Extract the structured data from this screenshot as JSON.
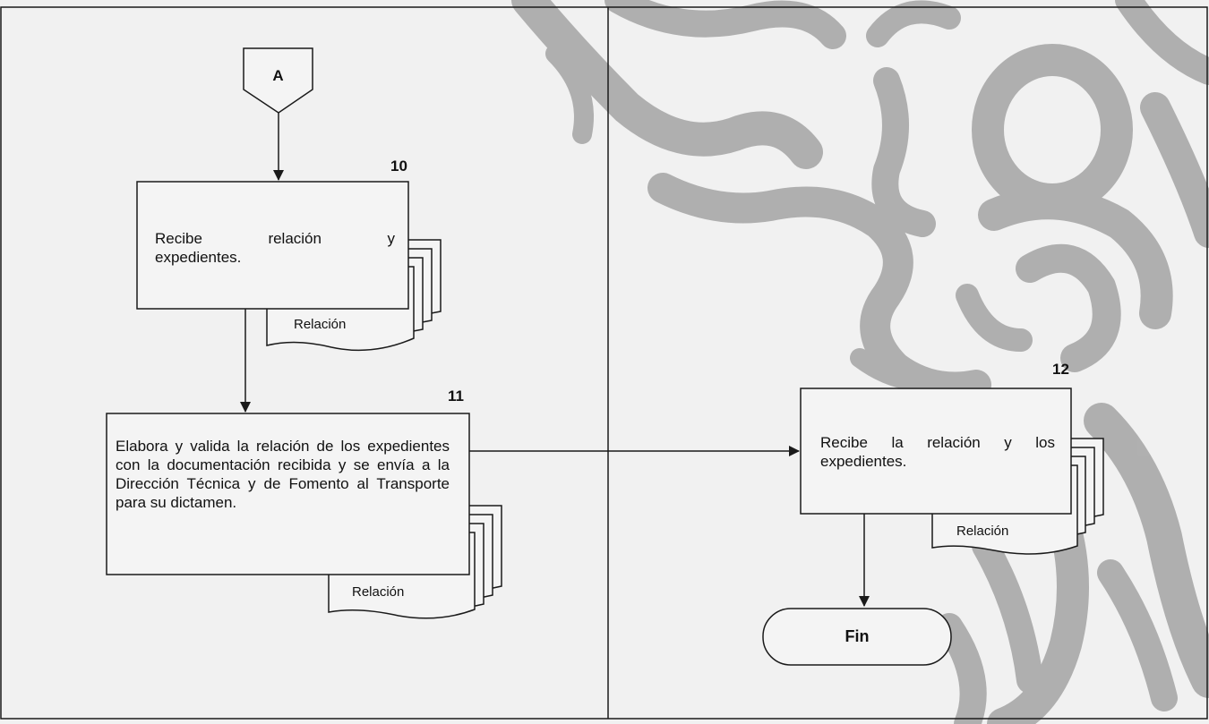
{
  "connector": {
    "label": "A"
  },
  "steps": [
    {
      "number": "10",
      "text_line1": "Recibe relación y",
      "text_line2": "expedientes.",
      "document_label": "Relación"
    },
    {
      "number": "11",
      "text": "Elabora y valida la relación de los expedientes con la documentación recibida y se envía a la Dirección Técnica y de Fomento al Transporte para su dictamen.",
      "document_label": "Relación"
    },
    {
      "number": "12",
      "text": "Recibe la relación y los expedientes.",
      "document_label": "Relación"
    }
  ],
  "terminator": {
    "label": "Fin"
  },
  "colors": {
    "line": "#1a1a1a",
    "box_fill": "#f4f4f4",
    "watermark": "#9a9a9a",
    "background": "#f1f1f1"
  },
  "watermark_icon": "emblem-watermark-icon"
}
